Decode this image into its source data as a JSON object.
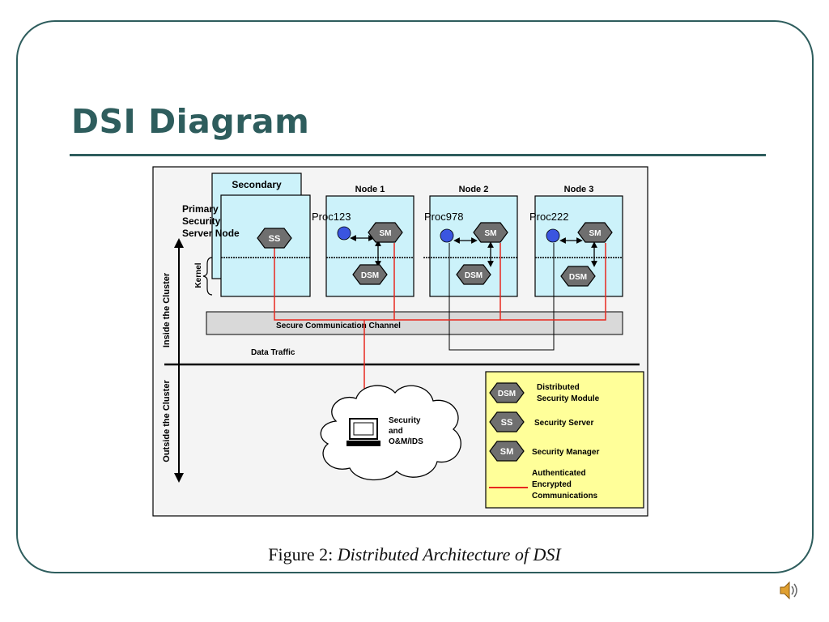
{
  "slide": {
    "title": "DSI Diagram"
  },
  "figure": {
    "caption_prefix": "Figure 2:",
    "caption_text": "Distributed Architecture of DSI",
    "labels": {
      "secondary": "Secondary",
      "primary_lines": [
        "Primary",
        "Security",
        "Server Node"
      ],
      "node1": "Node 1",
      "node2": "Node 2",
      "node3": "Node 3",
      "proc1": "Proc123",
      "proc2": "Proc978",
      "proc3": "Proc222",
      "kernel": "Kernel",
      "inside": "Inside the Cluster",
      "outside": "Outside the Cluster",
      "channel": "Secure Communication Channel",
      "data_traffic": "Data Traffic",
      "cloud_lines": [
        "Security",
        "and",
        "O&M/IDS"
      ]
    },
    "modules": {
      "ss": "SS",
      "sm": "SM",
      "dsm": "DSM"
    },
    "legend": {
      "dsm_lines": [
        "Distributed",
        "Security Module"
      ],
      "ss_text": "Security Server",
      "sm_text": "Security Manager",
      "line_lines": [
        "Authenticated",
        "Encrypted",
        "Communications"
      ]
    },
    "colors": {
      "title": "#2e5d5d",
      "node_fill": "#ccf2fa",
      "legend_fill": "#ffff99",
      "red_link": "#e8281e",
      "proc_dot": "#3a55e0"
    }
  },
  "icons": {
    "speaker": "speaker-icon"
  }
}
